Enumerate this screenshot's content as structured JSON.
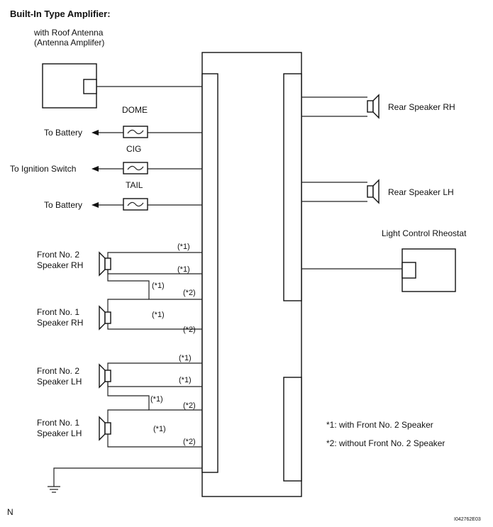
{
  "title": "Built-In Type Amplifier:",
  "antenna": {
    "line1": "with Roof Antenna",
    "line2": "(Antenna Amplifer)"
  },
  "fuses": {
    "dome": "DOME",
    "cig": "CIG",
    "tail": "TAIL"
  },
  "power": {
    "to_battery_1": "To Battery",
    "to_ignition": "To Ignition  Switch",
    "to_battery_2": "To Battery"
  },
  "speakers": {
    "rear_rh": "Rear Speaker RH",
    "rear_lh": "Rear Speaker LH",
    "front2_rh": [
      "Front  No. 2",
      "Speaker RH"
    ],
    "front1_rh": [
      "Front  No. 1",
      "Speaker RH"
    ],
    "front2_lh": [
      "Front  No. 2",
      "Speaker LH"
    ],
    "front1_lh": [
      "Front  No. 1",
      "Speaker LH"
    ]
  },
  "rheostat": "Light Control Rheostat",
  "markers": {
    "m1": "(*1)",
    "m2": "(*2)"
  },
  "notes": {
    "n1": "*1: with Front No. 2 Speaker",
    "n2": "*2: without Front No. 2 Speaker"
  },
  "corner_left": "N",
  "figure_code": "I042762E03"
}
